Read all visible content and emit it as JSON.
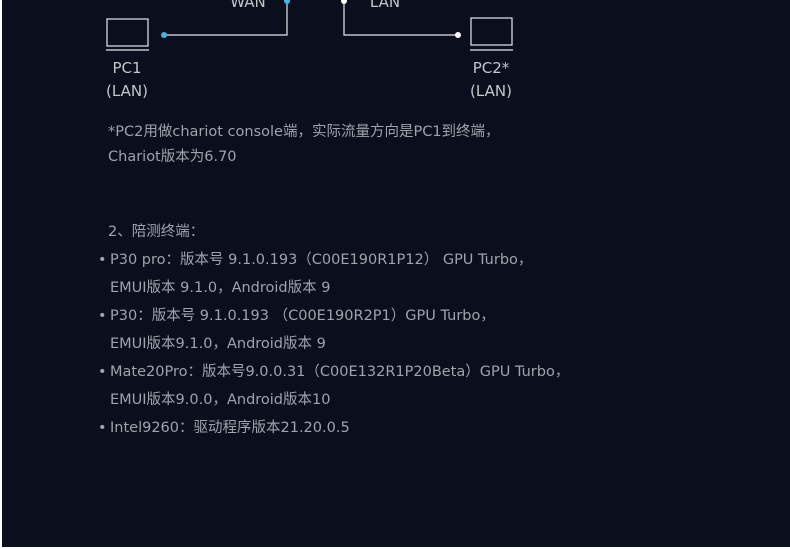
{
  "diagram": {
    "wan_label": "WAN",
    "lan_label": "LAN",
    "pc1_name": "PC1",
    "pc1_type": "(LAN)",
    "pc2_name": "PC2*",
    "pc2_type": "(LAN)",
    "wire_color": "#3fb6e6",
    "outline_color": "#e8e8ea"
  },
  "note": {
    "line1": "*PC2用做chariot console端，实际流量方向是PC1到终端，",
    "line2": "Chariot版本为6.70"
  },
  "section": {
    "heading": "2、陪测终端：",
    "items": [
      {
        "line1": "P30 pro：版本号 9.1.0.193（C00E190R1P12） GPU Turbo，",
        "line2": "EMUI版本 9.1.0，Android版本 9"
      },
      {
        "line1": "P30：版本号 9.1.0.193 （C00E190R2P1）GPU Turbo，",
        "line2": "EMUI版本9.1.0，Android版本 9"
      },
      {
        "line1": "Mate20Pro：版本号9.0.0.31（C00E132R1P20Beta）GPU Turbo，",
        "line2": "EMUI版本9.0.0，Android版本10"
      },
      {
        "line1": "Intel9260：驱动程序版本21.20.0.5"
      }
    ]
  }
}
